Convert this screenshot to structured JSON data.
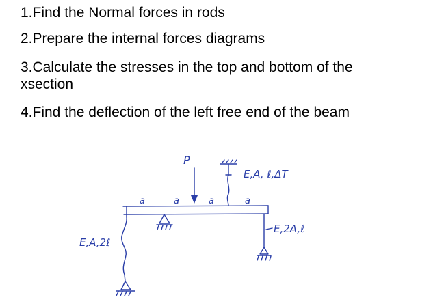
{
  "tasks": [
    "1.Find the Normal forces in rods",
    "2.Prepare the internal forces diagrams",
    "3.Calculate the stresses in the top and bottom of the xsection",
    "4.Find the deflection of the left free end of the beam"
  ],
  "sketch": {
    "load_label": "P",
    "span_labels": [
      "a",
      "a",
      "a",
      "a"
    ],
    "beam_props": "E,A, ℓ,ΔT",
    "left_rod_props": "E,A,2ℓ",
    "right_rod_props": "E,2A,ℓ",
    "ink_color": "#2a3ea8"
  }
}
